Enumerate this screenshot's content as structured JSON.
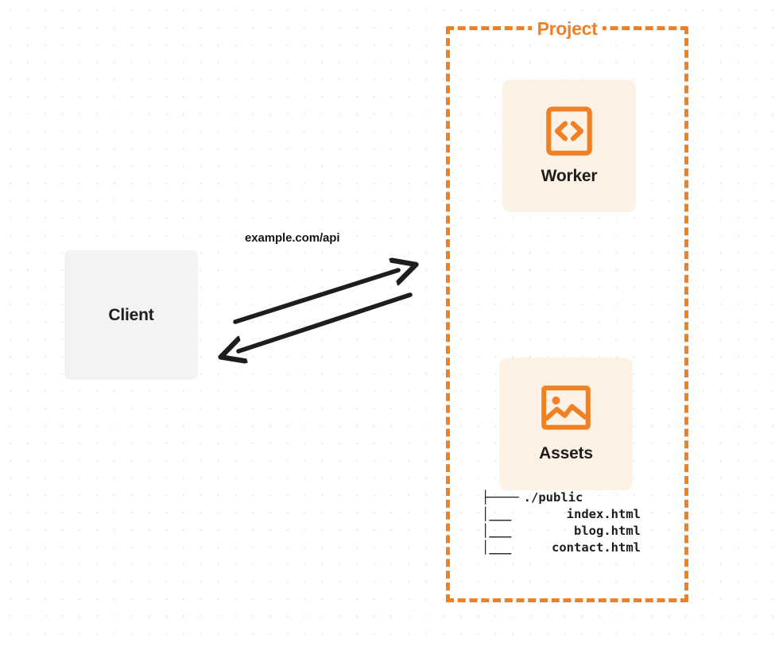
{
  "diagram": {
    "title": "Project architecture diagram",
    "background": {
      "style": "dot-grid",
      "dot_color": "#e9eaec",
      "page_color": "#ffffff"
    },
    "colors": {
      "accent_orange": "#ef8124",
      "card_cream": "#fdf2e5",
      "client_gray": "#f2f3f5",
      "text_dark": "#1d1d1b",
      "arrow_black": "#1d1d1b"
    },
    "client": {
      "label": "Client"
    },
    "connection": {
      "label": "example.com/api",
      "request_direction": "client-to-project",
      "response_direction": "project-to-client"
    },
    "project": {
      "title": "Project",
      "border_style": "dashed",
      "nodes": [
        {
          "id": "worker",
          "label": "Worker",
          "icon": "code-brackets-icon"
        },
        {
          "id": "assets",
          "label": "Assets",
          "icon": "image-icon"
        }
      ],
      "file_tree": [
        {
          "branch": "├────",
          "name": "./public"
        },
        {
          "branch": "│___",
          "name": "index.html"
        },
        {
          "branch": "│___",
          "name": "blog.html"
        },
        {
          "branch": "│___",
          "name": "contact.html"
        }
      ]
    }
  }
}
